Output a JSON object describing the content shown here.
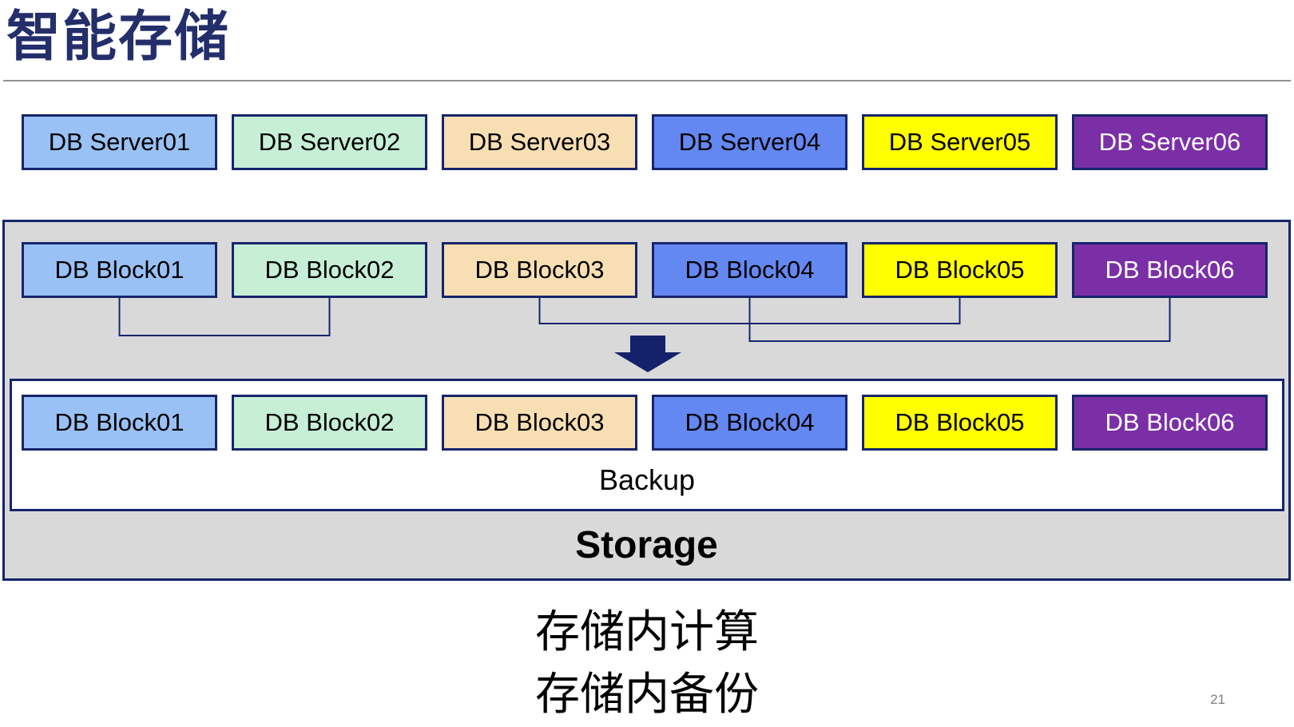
{
  "slide": {
    "title": "智能存储",
    "page_number": "21",
    "caption_lines": [
      "存储内计算",
      "存储内备份"
    ]
  },
  "servers": [
    "DB Server01",
    "DB Server02",
    "DB Server03",
    "DB Server04",
    "DB Server05",
    "DB Server06"
  ],
  "blocks_source": [
    "DB Block01",
    "DB Block02",
    "DB Block03",
    "DB Block04",
    "DB Block05",
    "DB Block06"
  ],
  "blocks_backup": [
    "DB Block01",
    "DB Block02",
    "DB Block03",
    "DB Block04",
    "DB Block05",
    "DB Block06"
  ],
  "storage": {
    "backup_label": "Backup",
    "storage_label": "Storage"
  },
  "connections": [
    {
      "from": "DB Block01",
      "to": "DB Block02"
    },
    {
      "from": "DB Block03",
      "to": "DB Block05"
    },
    {
      "from": "DB Block04",
      "to": "DB Block06"
    }
  ],
  "colors": {
    "box_fills": [
      "#99C1F5",
      "#C6EFD5",
      "#F8DFB3",
      "#6488F2",
      "#FFFF00",
      "#7B2FA6"
    ],
    "box_text": [
      "#000000",
      "#000000",
      "#000000",
      "#000000",
      "#000000",
      "#FFFFFF"
    ],
    "border_navy": "#17256B",
    "arrow_navy": "#14216B",
    "title_navy": "#232E6B",
    "container_gray": "#D9D9D9",
    "rule_gray": "#909090",
    "page_number_gray": "#808080"
  }
}
